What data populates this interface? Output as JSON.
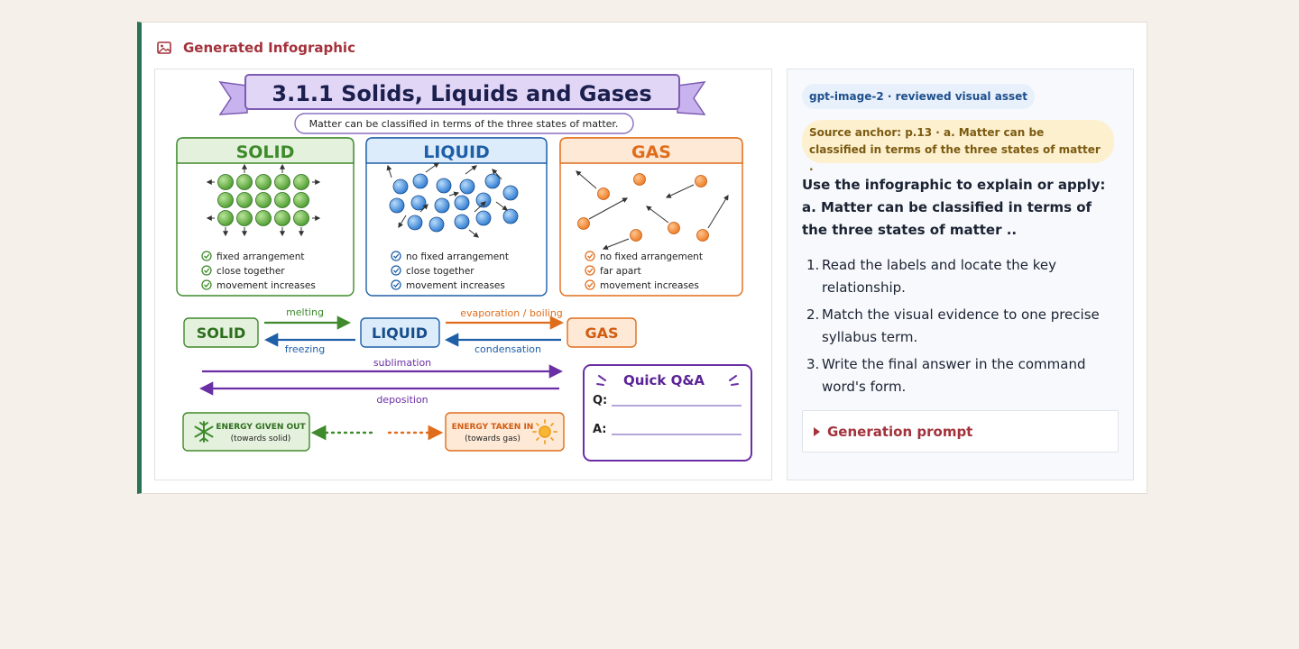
{
  "header": {
    "icon": "image-icon",
    "title": "Generated Infographic"
  },
  "infographic": {
    "title": "3.1.1 Solids, Liquids and Gases",
    "subtitle": "Matter can be classified in terms of the three states of matter.",
    "panels": [
      {
        "name": "SOLID",
        "color": "#3e8a2c",
        "fill": "#e4f1dc",
        "points": [
          "fixed arrangement",
          "close together",
          "movement increases"
        ]
      },
      {
        "name": "LIQUID",
        "color": "#1e5fa8",
        "fill": "#dcecfa",
        "points": [
          "no fixed arrangement",
          "close together",
          "movement increases"
        ]
      },
      {
        "name": "GAS",
        "color": "#e06d1b",
        "fill": "#fde9d6",
        "points": [
          "no fixed arrangement",
          "far apart",
          "movement increases"
        ]
      }
    ],
    "transitions": {
      "solid_box": "SOLID",
      "liquid_box": "LIQUID",
      "gas_box": "GAS",
      "melting": "melting",
      "freezing": "freezing",
      "evaporation": "evaporation / boiling",
      "condensation": "condensation",
      "sublimation": "sublimation",
      "deposition": "deposition"
    },
    "energy": {
      "given_title": "ENERGY GIVEN OUT",
      "given_sub": "(towards solid)",
      "taken_title": "ENERGY TAKEN IN",
      "taken_sub": "(towards gas)"
    },
    "qa": {
      "title": "Quick Q&A",
      "q": "Q:",
      "a": "A:"
    }
  },
  "side": {
    "model_chip": "gpt-image-2 · reviewed visual asset",
    "anchor_chip": "Source anchor: p.13 · a. Matter can be classified in terms of the three states of matter .",
    "task": "Use the infographic to explain or apply: a. Matter can be classified in terms of the three states of matter ..",
    "steps": [
      {
        "num": "1.",
        "text": "Read the labels and locate the key relationship."
      },
      {
        "num": "2.",
        "text": "Match the visual evidence to one precise syllabus term."
      },
      {
        "num": "3.",
        "text": "Write the final answer in the command word's form."
      }
    ],
    "generation_prompt_label": "Generation prompt"
  },
  "colors": {
    "accent": "#a3323c",
    "border_accent": "#2a7254",
    "solid": "#3e8a2c",
    "liquid": "#1e5fa8",
    "gas": "#e06d1b",
    "qa": "#6b2fa5"
  }
}
